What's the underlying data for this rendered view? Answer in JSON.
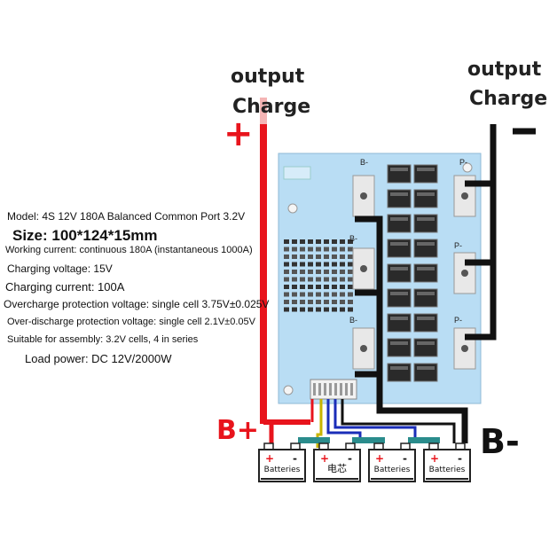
{
  "labels": {
    "left_output": "output",
    "left_charge": "Charge",
    "right_output": "output",
    "right_charge": "Charge",
    "plus_symbol": "+",
    "minus_symbol": "-",
    "b_plus": "B+",
    "b_minus": "B-"
  },
  "specs": {
    "model": "Model: 4S 12V 180A Balanced Common Port 3.2V",
    "size": "Size: 100*124*15mm",
    "working_current": "Working current: continuous 180A (instantaneous 1000A)",
    "charging_voltage": "Charging voltage: 15V",
    "charging_current": "Charging current: 100A",
    "overcharge": "Overcharge protection voltage: single cell 3.75V±0.025V",
    "overdischarge": "Over-discharge protection voltage: single cell 2.1V±0.05V",
    "assembly": "Suitable for assembly: 3.2V cells, 4 in series",
    "load_power": "Load power: DC 12V/2000W"
  },
  "board": {
    "pad_labels": [
      "B-",
      "B-",
      "B-",
      "P-",
      "P-",
      "P-"
    ]
  },
  "batteries": [
    "Batteries",
    "电芯",
    "Batteries",
    "Batteries"
  ],
  "colors": {
    "positive_wire": "#e8141c",
    "negative_wire": "#111111",
    "board": "#b9ddf4",
    "balance_wires": [
      "#e8141c",
      "#c8b400",
      "#1a2db8",
      "#1a2db8",
      "#111111"
    ],
    "cell_bus": "#2a8c8c"
  }
}
